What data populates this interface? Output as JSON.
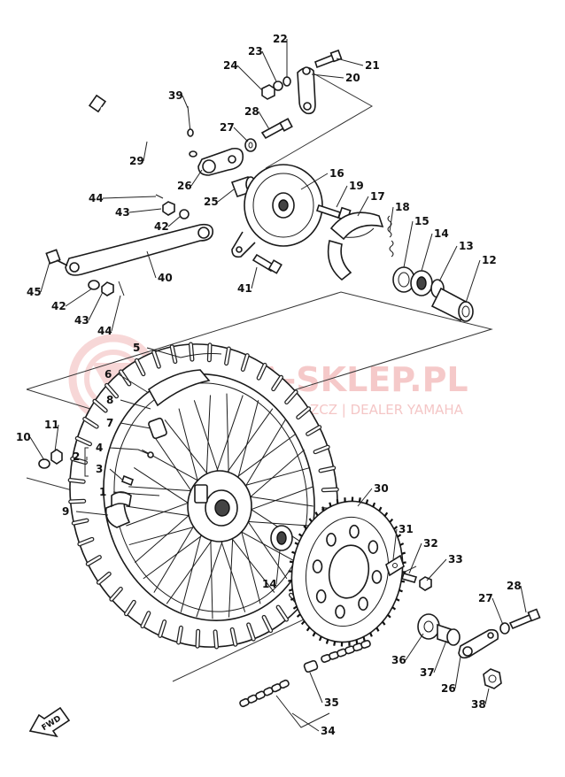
{
  "watermark": {
    "title": "YAMA-SKLEP.PL",
    "subtitle": "ZCZ | DEALER YAMAHA",
    "color": "#f2b8b8"
  },
  "fwd_label": "FWD",
  "callouts": [
    {
      "id": "1",
      "label": "1"
    },
    {
      "id": "2",
      "label": "2"
    },
    {
      "id": "3",
      "label": "3"
    },
    {
      "id": "4",
      "label": "4"
    },
    {
      "id": "5",
      "label": "5"
    },
    {
      "id": "6",
      "label": "6"
    },
    {
      "id": "7",
      "label": "7"
    },
    {
      "id": "8",
      "label": "8"
    },
    {
      "id": "9",
      "label": "9"
    },
    {
      "id": "10",
      "label": "10"
    },
    {
      "id": "11",
      "label": "11"
    },
    {
      "id": "12",
      "label": "12"
    },
    {
      "id": "13",
      "label": "13"
    },
    {
      "id": "14a",
      "label": "14"
    },
    {
      "id": "14b",
      "label": "14"
    },
    {
      "id": "15",
      "label": "15"
    },
    {
      "id": "16",
      "label": "16"
    },
    {
      "id": "17",
      "label": "17"
    },
    {
      "id": "18",
      "label": "18"
    },
    {
      "id": "19",
      "label": "19"
    },
    {
      "id": "20",
      "label": "20"
    },
    {
      "id": "21",
      "label": "21"
    },
    {
      "id": "22",
      "label": "22"
    },
    {
      "id": "23",
      "label": "23"
    },
    {
      "id": "24",
      "label": "24"
    },
    {
      "id": "25",
      "label": "25"
    },
    {
      "id": "26a",
      "label": "26"
    },
    {
      "id": "26b",
      "label": "26"
    },
    {
      "id": "27a",
      "label": "27"
    },
    {
      "id": "27b",
      "label": "27"
    },
    {
      "id": "28a",
      "label": "28"
    },
    {
      "id": "28b",
      "label": "28"
    },
    {
      "id": "29",
      "label": "29"
    },
    {
      "id": "30",
      "label": "30"
    },
    {
      "id": "31",
      "label": "31"
    },
    {
      "id": "32",
      "label": "32"
    },
    {
      "id": "33",
      "label": "33"
    },
    {
      "id": "34",
      "label": "34"
    },
    {
      "id": "35",
      "label": "35"
    },
    {
      "id": "36",
      "label": "36"
    },
    {
      "id": "37",
      "label": "37"
    },
    {
      "id": "38",
      "label": "38"
    },
    {
      "id": "39",
      "label": "39"
    },
    {
      "id": "40",
      "label": "40"
    },
    {
      "id": "41",
      "label": "41"
    },
    {
      "id": "42a",
      "label": "42"
    },
    {
      "id": "42b",
      "label": "42"
    },
    {
      "id": "43a",
      "label": "43"
    },
    {
      "id": "43b",
      "label": "43"
    },
    {
      "id": "44a",
      "label": "44"
    },
    {
      "id": "44b",
      "label": "44"
    },
    {
      "id": "45",
      "label": "45"
    }
  ]
}
